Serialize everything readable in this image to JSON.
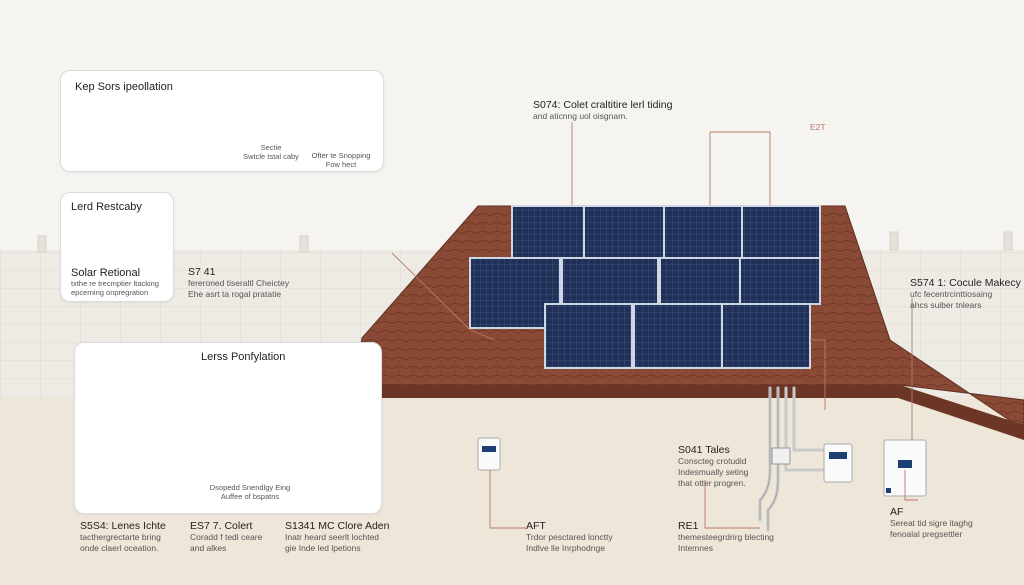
{
  "cards": {
    "top_left": {
      "title": "Kep Sors ipeollation",
      "caption_1": "Sectie\nSwtcle tstal caby",
      "caption_2": "Ofter te Snopping\nFow hect"
    },
    "mid_left": {
      "title": "Lerd Restcaby",
      "subtitle": "Solar Retional",
      "desc": "txthe re trecmptier ltacking\nepcerning onpregration"
    },
    "bottom_left": {
      "title": "Lerss Ponfylation",
      "caption": "Dsopedd Snendlgy Eing\nAuffee of bspatns"
    }
  },
  "labels": [
    {
      "code": "S074: Colet craltitire lerl tiding",
      "desc": "and aticnng uol oisgnam."
    },
    {
      "code": "E2T",
      "desc": ""
    },
    {
      "code": "S7 41",
      "desc": "fereroned tiseraltl Cheictey\nEhe asrt ta rogal pratatie"
    },
    {
      "code": "S574 1: Cocule Makecy",
      "desc": "ufc fecentrcinttiosaing\nahcs suiber tnlears"
    },
    {
      "code": "S041 Tales",
      "desc": "Conscteg crotudid\nIndesmually seting\nthat otter progren."
    },
    {
      "code": "AFT",
      "desc": "Trdor pesctared lonctty\nIndlve lle Inrphodnge"
    },
    {
      "code": "RE1",
      "desc": "themesteegrdrirg blecting\nIntemnes"
    },
    {
      "code": "AF",
      "desc": "Sereat tid sigre itaghg\nfenoalal pregsettler"
    },
    {
      "code": "S5S4: Lenes Ichte",
      "desc": "tacthergrectarte bring\nonde claerl oceation."
    },
    {
      "code": "ES7 7. Colert",
      "desc": "Coradd f tedl ceare\nand alkes"
    },
    {
      "code": "S1341 MC Clore Aden",
      "desc": "Inatr heard seerlt lochted\ngie Inde led lpetions"
    }
  ]
}
